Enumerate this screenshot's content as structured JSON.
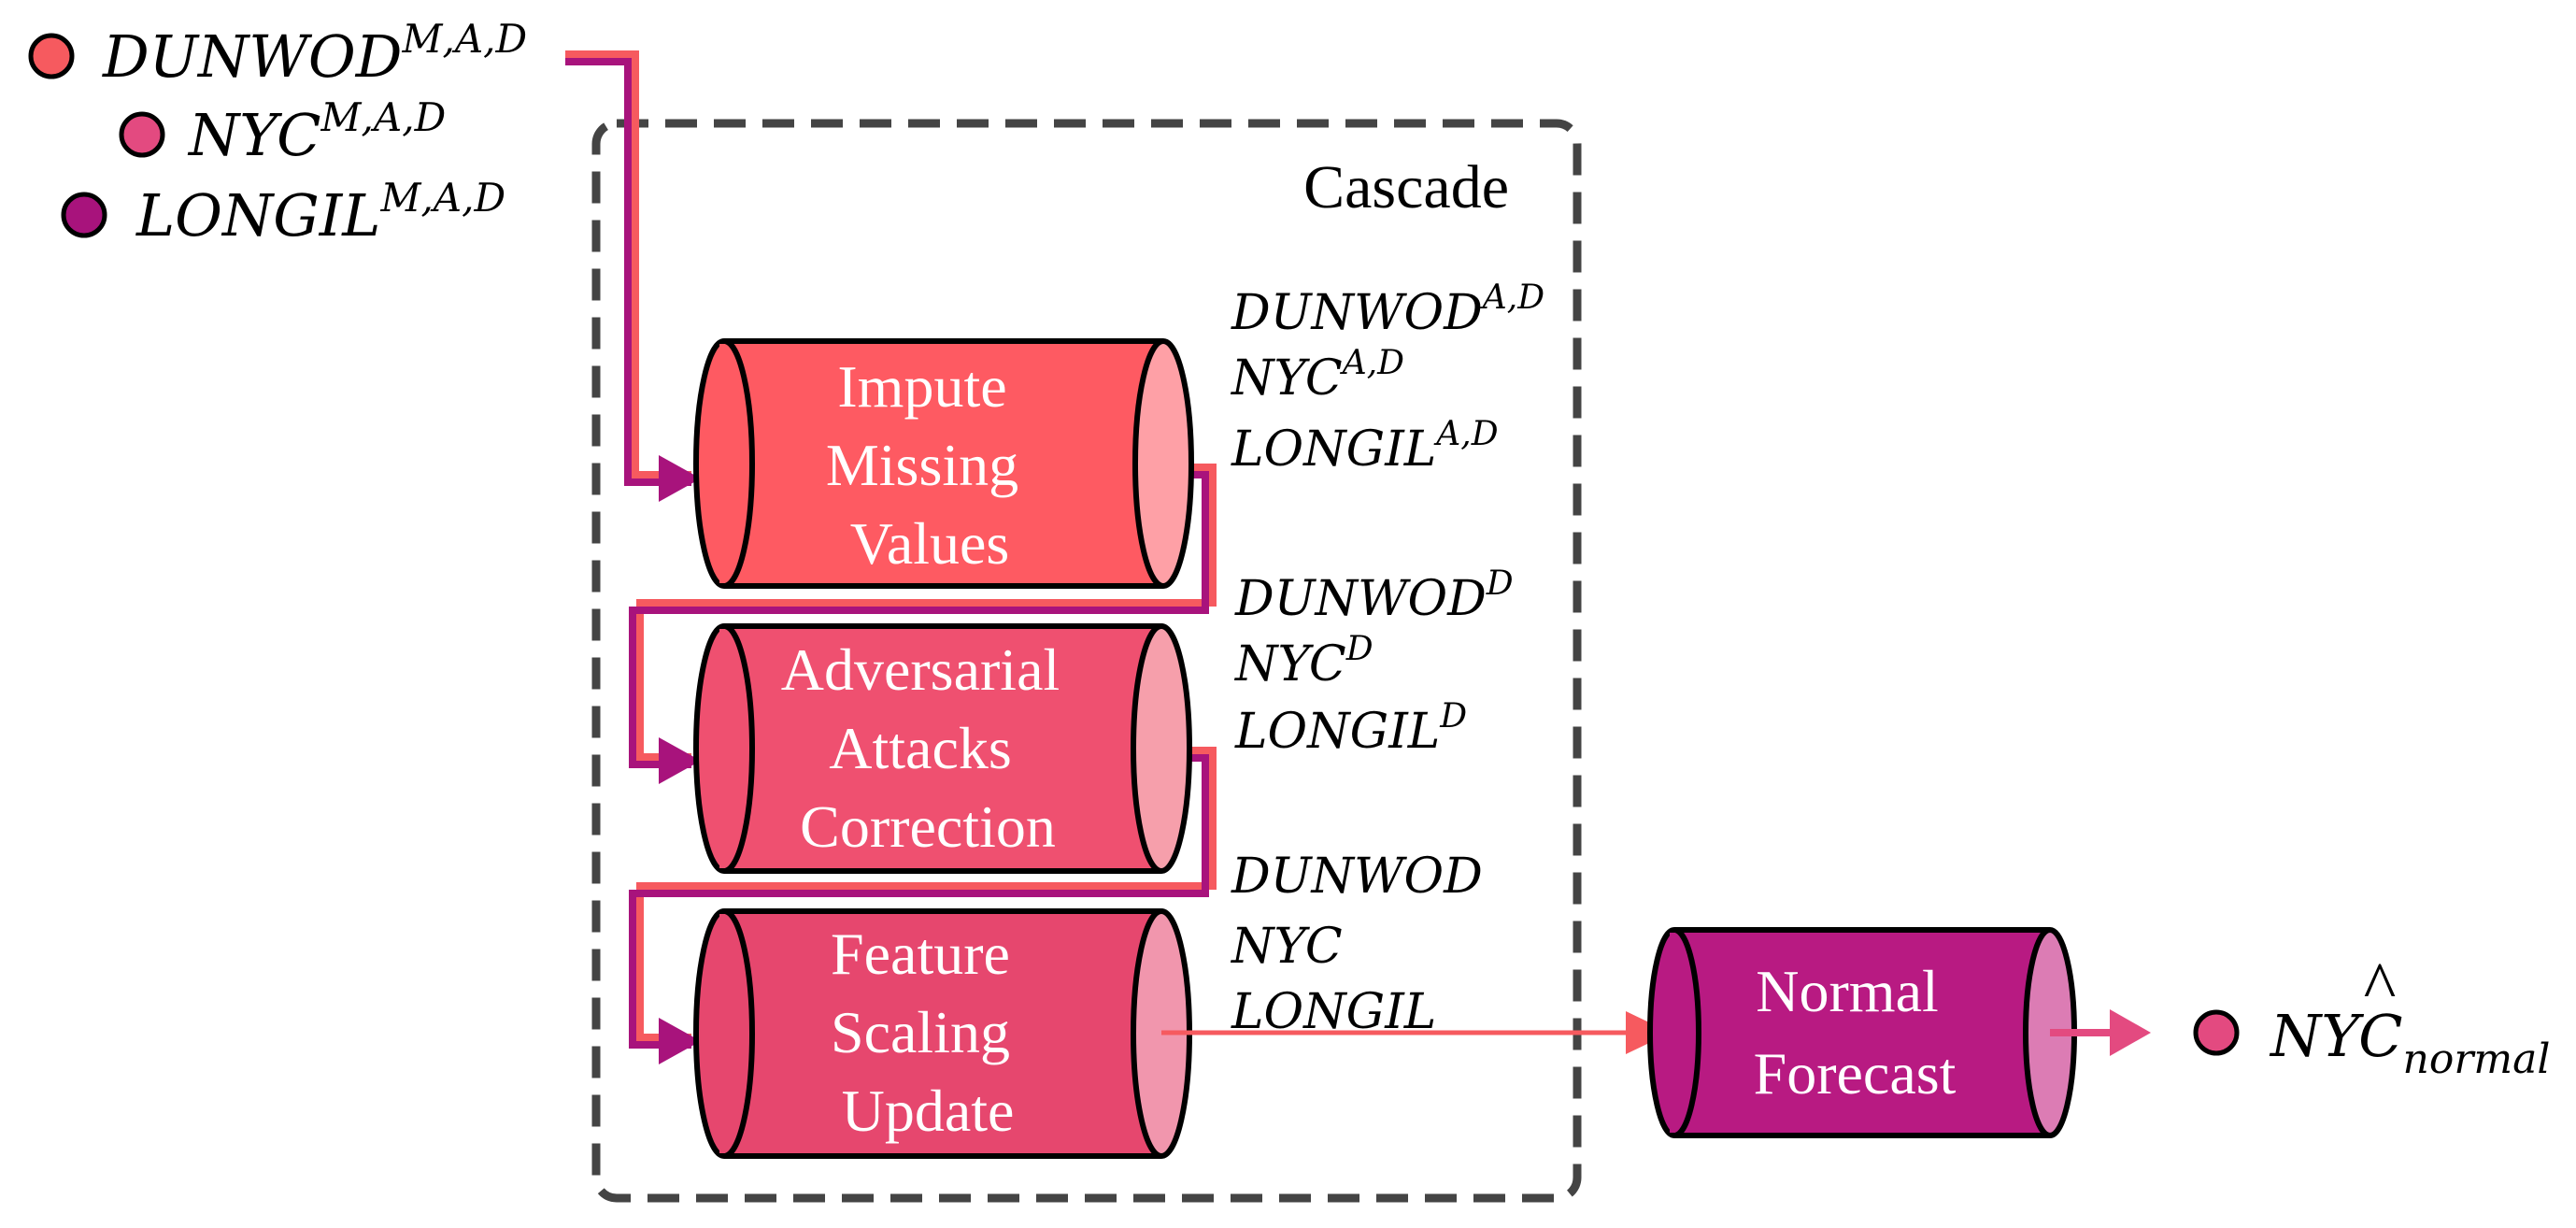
{
  "legend": {
    "items": [
      {
        "base": "DUNWOD",
        "sup": "M,A,D",
        "color": "#f65a5f"
      },
      {
        "base": "NYC",
        "sup": "M,A,D",
        "color": "#e34a80"
      },
      {
        "base": "LONGIL",
        "sup": "M,A,D",
        "color": "#a8137c"
      }
    ]
  },
  "cascade": {
    "label": "Cascade",
    "stages": [
      {
        "lines": [
          "Impute",
          "Missing",
          "Values"
        ],
        "body_color": "#fe5a62",
        "cap_color": "#fea0a6",
        "outputs": [
          {
            "base": "DUNWOD",
            "sup": "A,D"
          },
          {
            "base": "NYC",
            "sup": "A,D"
          },
          {
            "base": "LONGIL",
            "sup": "A,D"
          }
        ]
      },
      {
        "lines": [
          "Adversarial",
          "Attacks",
          "Correction"
        ],
        "body_color": "#ef5070",
        "cap_color": "#f69fab",
        "outputs": [
          {
            "base": "DUNWOD",
            "sup": "D"
          },
          {
            "base": "NYC",
            "sup": "D"
          },
          {
            "base": "LONGIL",
            "sup": "D"
          }
        ]
      },
      {
        "lines": [
          "Feature",
          "Scaling",
          "Update"
        ],
        "body_color": "#e6476e",
        "cap_color": "#f196ad",
        "outputs": [
          {
            "base": "DUNWOD",
            "sup": ""
          },
          {
            "base": "NYC",
            "sup": ""
          },
          {
            "base": "LONGIL",
            "sup": ""
          }
        ]
      }
    ]
  },
  "forecast": {
    "lines": [
      "Normal",
      "Forecast"
    ],
    "body_color": "#b81a82",
    "cap_color": "#dc7cb4"
  },
  "result": {
    "base": "NYC",
    "hat": "^",
    "sub": "normal",
    "color": "#e34a80"
  },
  "colors": {
    "arrow_salmon": "#f65a5f",
    "arrow_pink": "#e34a80",
    "arrow_magenta": "#a8137c",
    "box_border": "#444444"
  }
}
